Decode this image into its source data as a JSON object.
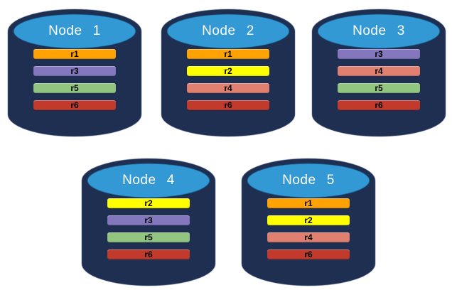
{
  "diagram": {
    "colors": {
      "cylinder_body": "#1E2F52",
      "cylinder_top": "#3399D5",
      "node_label_text": "#FFFFFF",
      "replica_r1": "#FFA305",
      "replica_r2": "#FFFF00",
      "replica_r3": "#8577BE",
      "replica_r4": "#E08070",
      "replica_r5": "#92C57F",
      "replica_r6": "#C23A2B"
    },
    "nodes": [
      {
        "label": "Node 1",
        "replicas": [
          {
            "label": "r1",
            "color": "#FFA305"
          },
          {
            "label": "r3",
            "color": "#8577BE"
          },
          {
            "label": "r5",
            "color": "#92C57F"
          },
          {
            "label": "r6",
            "color": "#C23A2B"
          }
        ]
      },
      {
        "label": "Node 2",
        "replicas": [
          {
            "label": "r1",
            "color": "#FFA305"
          },
          {
            "label": "r2",
            "color": "#FFFF00"
          },
          {
            "label": "r4",
            "color": "#E08070"
          },
          {
            "label": "r6",
            "color": "#C23A2B"
          }
        ]
      },
      {
        "label": "Node 3",
        "replicas": [
          {
            "label": "r3",
            "color": "#8577BE"
          },
          {
            "label": "r4",
            "color": "#E08070"
          },
          {
            "label": "r5",
            "color": "#92C57F"
          },
          {
            "label": "r6",
            "color": "#C23A2B"
          }
        ]
      },
      {
        "label": "Node 4",
        "replicas": [
          {
            "label": "r2",
            "color": "#FFFF00"
          },
          {
            "label": "r3",
            "color": "#8577BE"
          },
          {
            "label": "r5",
            "color": "#92C57F"
          },
          {
            "label": "r6",
            "color": "#C23A2B"
          }
        ]
      },
      {
        "label": "Node 5",
        "replicas": [
          {
            "label": "r1",
            "color": "#FFA305"
          },
          {
            "label": "r2",
            "color": "#FFFF00"
          },
          {
            "label": "r4",
            "color": "#E08070"
          },
          {
            "label": "r6",
            "color": "#C23A2B"
          }
        ]
      }
    ]
  }
}
